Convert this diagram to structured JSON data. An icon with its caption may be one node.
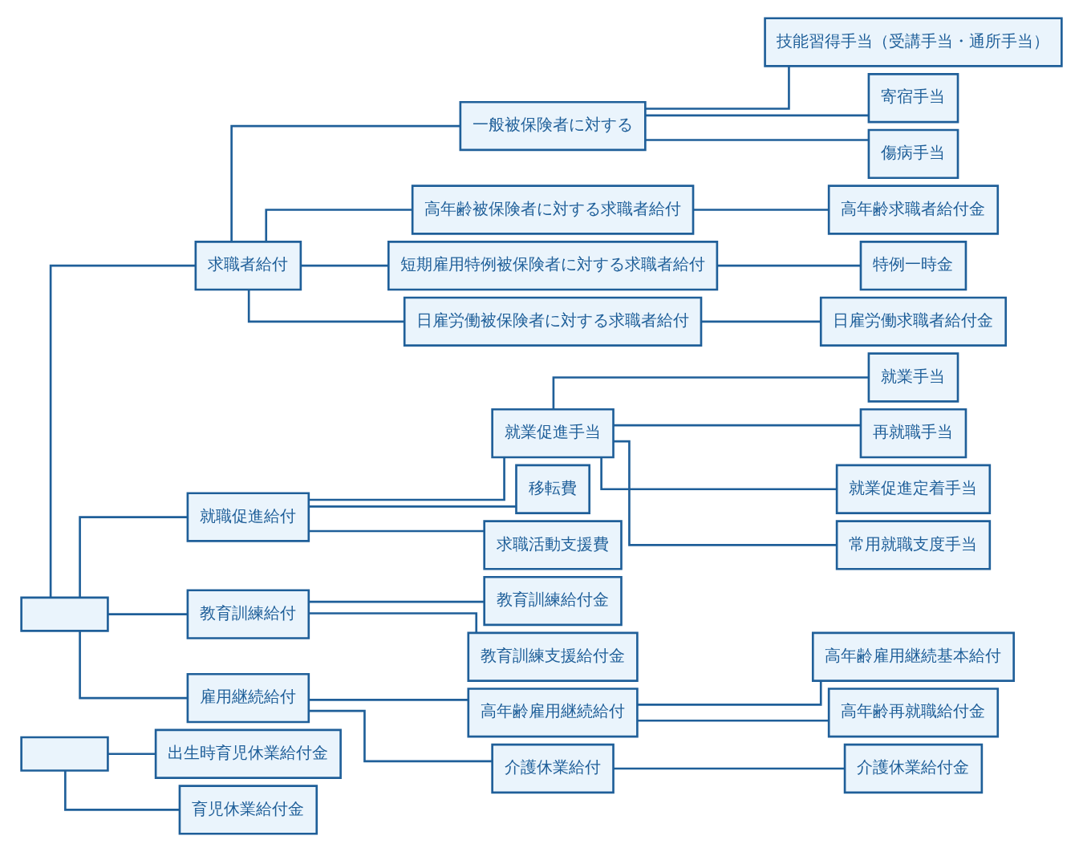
{
  "diagram": {
    "nodes": [
      {
        "text": [],
        "shape": "box"
      },
      {
        "text": [],
        "shape": "box"
      },
      {
        "text": [
          "求職者給付"
        ]
      },
      {
        "text": [
          "就職促進給付"
        ]
      },
      {
        "text": [
          "教育訓練給付"
        ]
      },
      {
        "text": [
          "雇用継続給付"
        ]
      },
      {
        "text": [
          "一般被保険者に対する"
        ]
      },
      {
        "text": [
          "高年齢被保険者に対する求職者給付"
        ]
      },
      {
        "text": [
          "短期雇用特例被保険者に対する求職者給付"
        ]
      },
      {
        "text": [
          "日雇労働被保険者に対する求職者給付"
        ]
      },
      {
        "text": [
          "就業促進手当"
        ]
      },
      {
        "text": [
          "高年齢雇用継続給付"
        ]
      },
      {
        "text": [
          "介護休業給付"
        ]
      },
      {
        "text": [
          "技能習得手当（受講手当・通所手当）"
        ]
      },
      {
        "text": [
          "寄宿手当"
        ]
      },
      {
        "text": [
          "傷病手当"
        ]
      },
      {
        "text": [
          "高年齢求職者給付金"
        ]
      },
      {
        "text": [
          "特例一時金"
        ]
      },
      {
        "text": [
          "日雇労働求職者給付金"
        ]
      },
      {
        "text": [
          "就業手当"
        ]
      },
      {
        "text": [
          "再就職手当"
        ]
      },
      {
        "text": [
          "就業促進定着手当"
        ]
      },
      {
        "text": [
          "常用就職支度手当"
        ]
      },
      {
        "text": [
          "移転費"
        ]
      },
      {
        "text": [
          "求職活動支援費"
        ]
      },
      {
        "text": [
          "教育訓練給付金"
        ]
      },
      {
        "text": [
          "教育訓練支援給付金"
        ]
      },
      {
        "text": [
          "高年齢雇用継続基本給付"
        ]
      },
      {
        "text": [
          "高年齢再就職給付金"
        ]
      },
      {
        "text": [
          "介護休業給付金"
        ]
      },
      {
        "text": [
          "出生時育児休業給付金"
        ]
      },
      {
        "text": [
          "育児休業給付金"
        ]
      }
    ],
    "edges": [
      {
        "from": 0,
        "to": 2,
        "arrow": "none"
      },
      {
        "from": 0,
        "to": 3,
        "arrow": "none"
      },
      {
        "from": 0,
        "to": 4,
        "arrow": "none"
      },
      {
        "from": 0,
        "to": 5,
        "arrow": "none"
      },
      {
        "from": 2,
        "to": 6,
        "arrow": "none"
      },
      {
        "from": 2,
        "to": 7,
        "arrow": "none"
      },
      {
        "from": 2,
        "to": 8,
        "arrow": "none"
      },
      {
        "from": 2,
        "to": 9,
        "arrow": "none"
      },
      {
        "from": 3,
        "to": 10,
        "arrow": "none"
      },
      {
        "from": 5,
        "to": 11,
        "arrow": "none"
      },
      {
        "from": 5,
        "to": 12,
        "arrow": "none"
      },
      {
        "from": 6,
        "to": 13,
        "arrow": "none"
      },
      {
        "from": 6,
        "to": 14,
        "arrow": "none"
      },
      {
        "from": 6,
        "to": 15,
        "arrow": "none"
      },
      {
        "from": 7,
        "to": 16,
        "arrow": "none"
      },
      {
        "from": 8,
        "to": 17,
        "arrow": "none"
      },
      {
        "from": 9,
        "to": 18,
        "arrow": "none"
      },
      {
        "from": 10,
        "to": 19,
        "arrow": "none"
      },
      {
        "from": 10,
        "to": 20,
        "arrow": "none"
      },
      {
        "from": 10,
        "to": 21,
        "arrow": "none"
      },
      {
        "from": 10,
        "to": 22,
        "arrow": "none"
      },
      {
        "from": 3,
        "to": 23,
        "arrow": "none"
      },
      {
        "from": 3,
        "to": 24,
        "arrow": "none"
      },
      {
        "from": 4,
        "to": 25,
        "arrow": "none"
      },
      {
        "from": 4,
        "to": 26,
        "arrow": "none"
      },
      {
        "from": 11,
        "to": 27,
        "arrow": "none"
      },
      {
        "from": 11,
        "to": 28,
        "arrow": "none"
      },
      {
        "from": 12,
        "to": 29,
        "arrow": "none"
      },
      {
        "from": 1,
        "to": 30,
        "arrow": "none"
      },
      {
        "from": 1,
        "to": 31,
        "arrow": "none"
      }
    ]
  }
}
